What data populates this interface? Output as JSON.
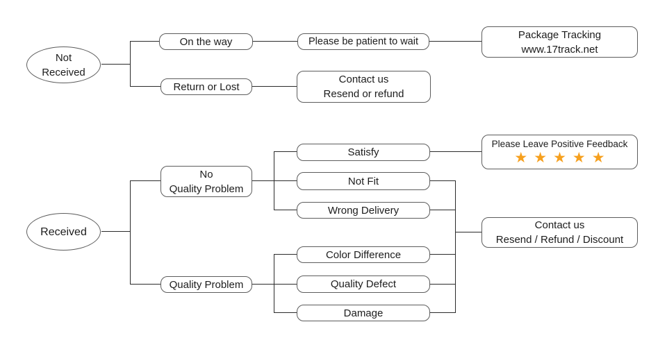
{
  "colors": {
    "star": "#f6a01e",
    "line": "#2a2a2a",
    "node_border": "#5c5c5c",
    "text": "#1c1c1c"
  },
  "nodes": {
    "not_received": "Not\nReceived",
    "on_the_way": "On the way",
    "be_patient": "Please be patient to wait",
    "package_tracking": "Package Tracking\nwww.17track.net",
    "return_or_lost": "Return or Lost",
    "contact_resend_refund": "Contact us\nResend or refund",
    "received": "Received",
    "no_quality_problem": "No\nQuality Problem",
    "quality_problem": "Quality Problem",
    "satisfy": "Satisfy",
    "not_fit": "Not Fit",
    "wrong_delivery": "Wrong Delivery",
    "color_difference": "Color Difference",
    "quality_defect": "Quality Defect",
    "damage": "Damage",
    "feedback_title": "Please Leave Positive Feedback",
    "feedback_stars": "★★★★★",
    "contact_resend_refund_discount": "Contact us\nResend / Refund / Discount"
  }
}
